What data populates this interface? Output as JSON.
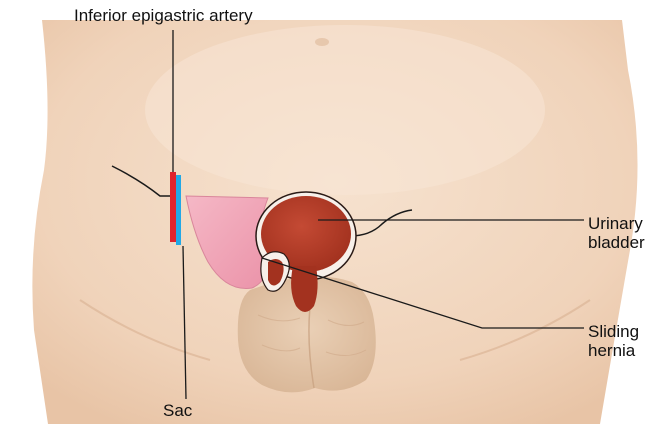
{
  "labels": {
    "inferior_epigastric_artery": "Inferior epigastric artery",
    "sac": "Sac",
    "urinary_bladder_line1": "Urinary",
    "urinary_bladder_line2": "bladder",
    "sliding_hernia_line1": "Sliding",
    "sliding_hernia_line2": "hernia"
  },
  "colors": {
    "skin": "#f2d7c0",
    "skin_shadow": "#e4c0a3",
    "artery": "#e0232d",
    "vein": "#22a8e6",
    "hernia_sac": "#f0a6b8",
    "bladder": "#b33b2a",
    "bladder_dark": "#8e2a1c",
    "leader_line": "#222222"
  }
}
